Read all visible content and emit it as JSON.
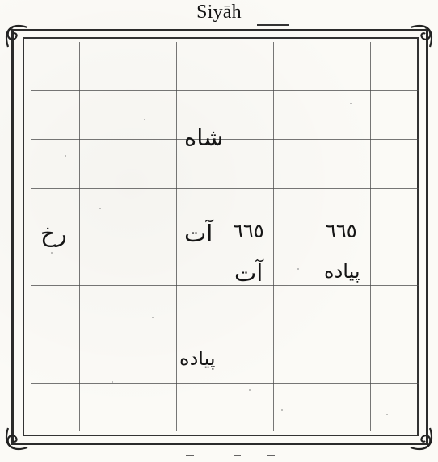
{
  "caption": "Siyāh",
  "board": {
    "pieces": [
      {
        "name": "piece-shah",
        "row": 2,
        "col": 4,
        "text": "شاه"
      },
      {
        "name": "piece-rukh",
        "row": 4,
        "col": 1,
        "text": "رخ"
      },
      {
        "name": "piece-at-row4",
        "row": 4,
        "col": 4,
        "text": "آت"
      },
      {
        "name": "piece-number-row4-col5",
        "row": 4,
        "col": 5,
        "text": "٦٦٥"
      },
      {
        "name": "piece-number-row4-col7",
        "row": 4,
        "col": 7,
        "text": "٦٦٥"
      },
      {
        "name": "piece-at-row5",
        "row": 5,
        "col": 5,
        "text": "آت"
      },
      {
        "name": "piece-piyade-row5",
        "row": 5,
        "col": 7,
        "text": "پیاده"
      },
      {
        "name": "piece-piyade-row7",
        "row": 7,
        "col": 4,
        "text": "پیاده"
      }
    ]
  }
}
